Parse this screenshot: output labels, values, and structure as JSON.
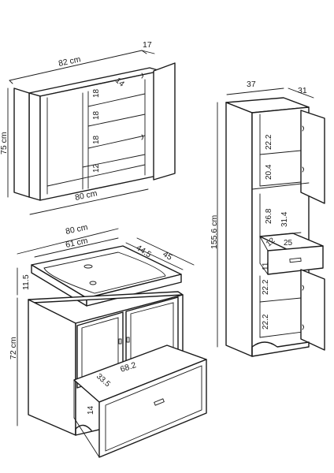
{
  "mirror_cabinet": {
    "width": "82 cm",
    "depth": "17",
    "height": "75 cm",
    "shelf_1": "18",
    "shelf_gap": "14",
    "shelf_2": "18",
    "shelf_3": "18",
    "bottom_shelf": "12",
    "bottom_width": "80 cm"
  },
  "tall_cabinet": {
    "width": "37",
    "depth": "31",
    "height": "155.6 cm",
    "upper_1": "22.2",
    "upper_2": "20.4",
    "middle_h": "26.8",
    "middle_w": "31.4",
    "drawer_depth": "25",
    "drawer_left": "12",
    "drawer_h": "11",
    "lower_1": "22.2",
    "lower_2": "22.2"
  },
  "vanity": {
    "total_width": "80 cm",
    "sink_width": "61 cm",
    "sink_depth": "44.5",
    "cabinet_depth": "45",
    "sink_height": "11.5",
    "cabinet_height": "72 cm",
    "drawer_width": "68.2",
    "drawer_depth": "33.5",
    "drawer_height": "14"
  }
}
